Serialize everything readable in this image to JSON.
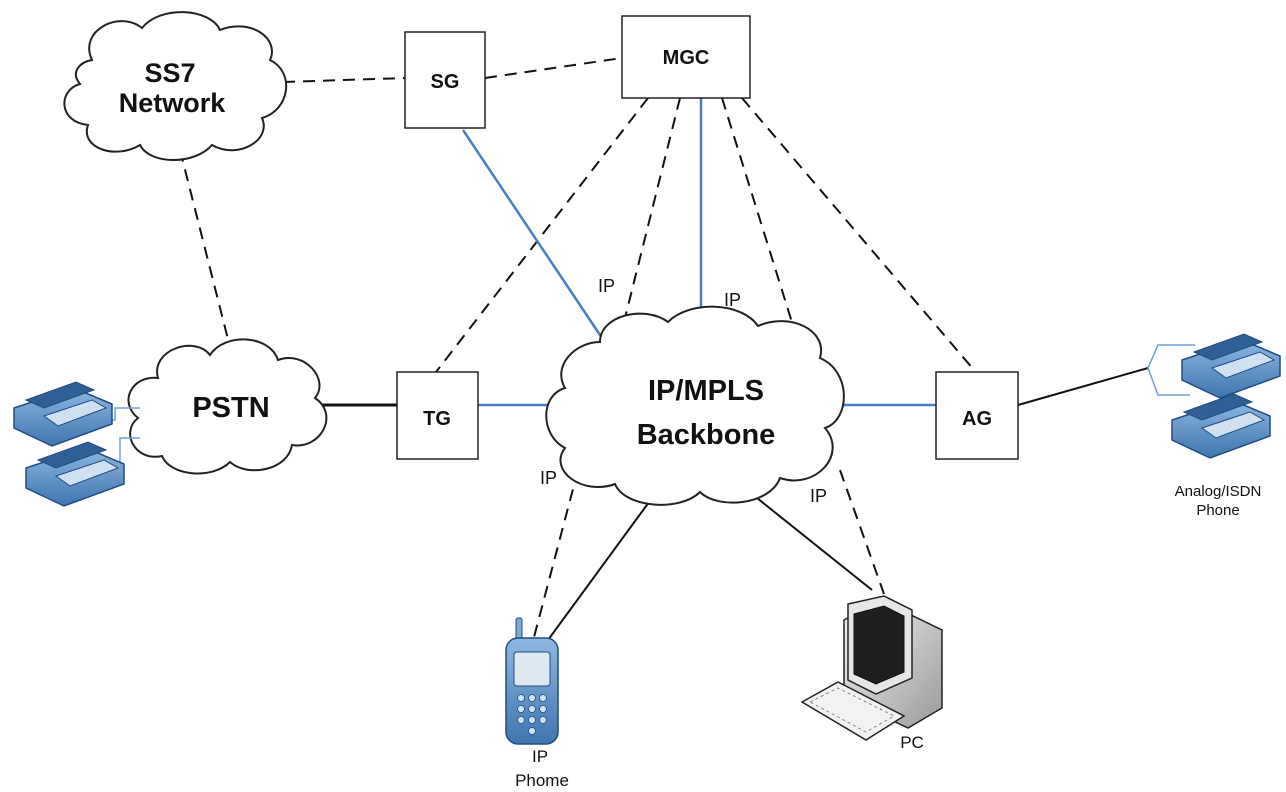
{
  "nodes": {
    "ss7": {
      "line1": "SS7",
      "line2": "Network"
    },
    "sg": "SG",
    "mgc": "MGC",
    "pstn": "PSTN",
    "tg": "TG",
    "backbone": {
      "line1": "IP/MPLS",
      "line2": "Backbone"
    },
    "ag": "AG",
    "analog_phone": {
      "line1": "Analog/ISDN",
      "line2": "Phone"
    },
    "ip_phone": {
      "line1": "IP",
      "line2": "Phome"
    },
    "pc": "PC"
  },
  "link_labels": {
    "sg_backbone": "IP",
    "mgc_backbone": "IP",
    "phone_backbone": "IP",
    "pc_backbone": "IP"
  },
  "colors": {
    "ip_link": "#4a7ec2",
    "signaling_link": "#111111",
    "device_body": "#5b8fc7"
  }
}
